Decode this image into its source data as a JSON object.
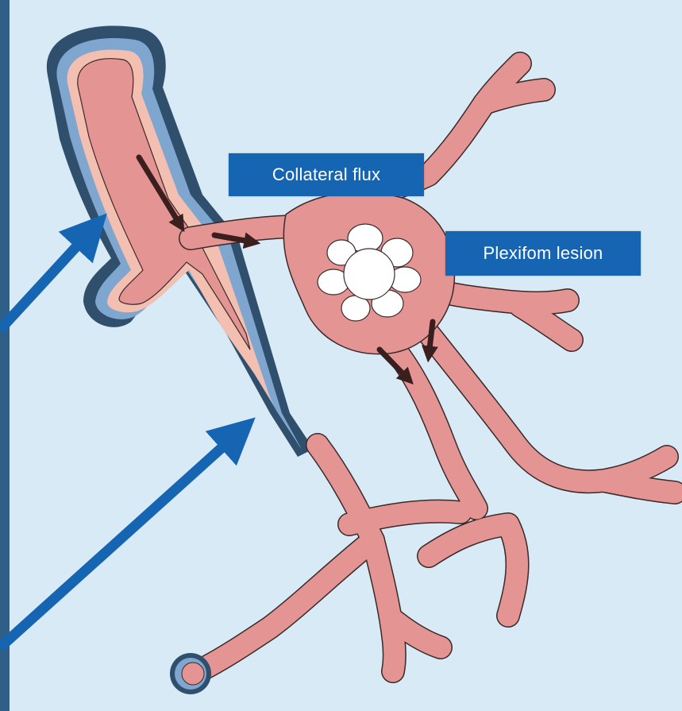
{
  "diagram": {
    "labels": {
      "collateral_flux": "Collateral flux",
      "plexiform_lesion": "Plexifom lesion"
    },
    "colors": {
      "background": "#d8eaf5",
      "vessel_fill": "#e49593",
      "vessel_stroke": "#3a2a2a",
      "wall_outer": "#7fa6cf",
      "wall_dark": "#2f4f6c",
      "intima": "#f2bfb1",
      "label_bg": "#1565b3",
      "arrow_blue": "#1565b3",
      "flow_arrow": "#3b1e1e",
      "lesion_hole": "#ffffff"
    },
    "icons": [
      "blue-pointer-arrow",
      "flow-direction-arrow",
      "plexiform-channel-rosette"
    ]
  }
}
